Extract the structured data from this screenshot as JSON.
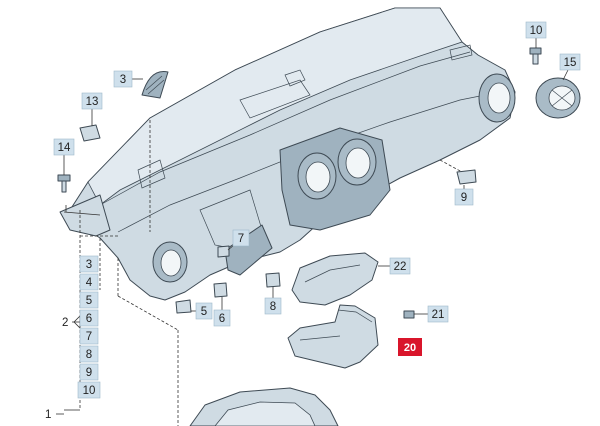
{
  "callouts": {
    "c1": "1",
    "c2": "2",
    "c3": "3",
    "c5": "5",
    "c6": "6",
    "c8": "8",
    "c9": "9",
    "c10": "10",
    "c13": "13",
    "c14": "14",
    "c15": "15",
    "c20": "20",
    "c21": "21",
    "c22": "22"
  },
  "group_list": [
    "3",
    "4",
    "5",
    "6",
    "7",
    "8",
    "9",
    "10"
  ],
  "colors": {
    "highlight": "#d9152b",
    "part_fill": "#cfdbe3",
    "label_box": "#cfe0ec"
  }
}
